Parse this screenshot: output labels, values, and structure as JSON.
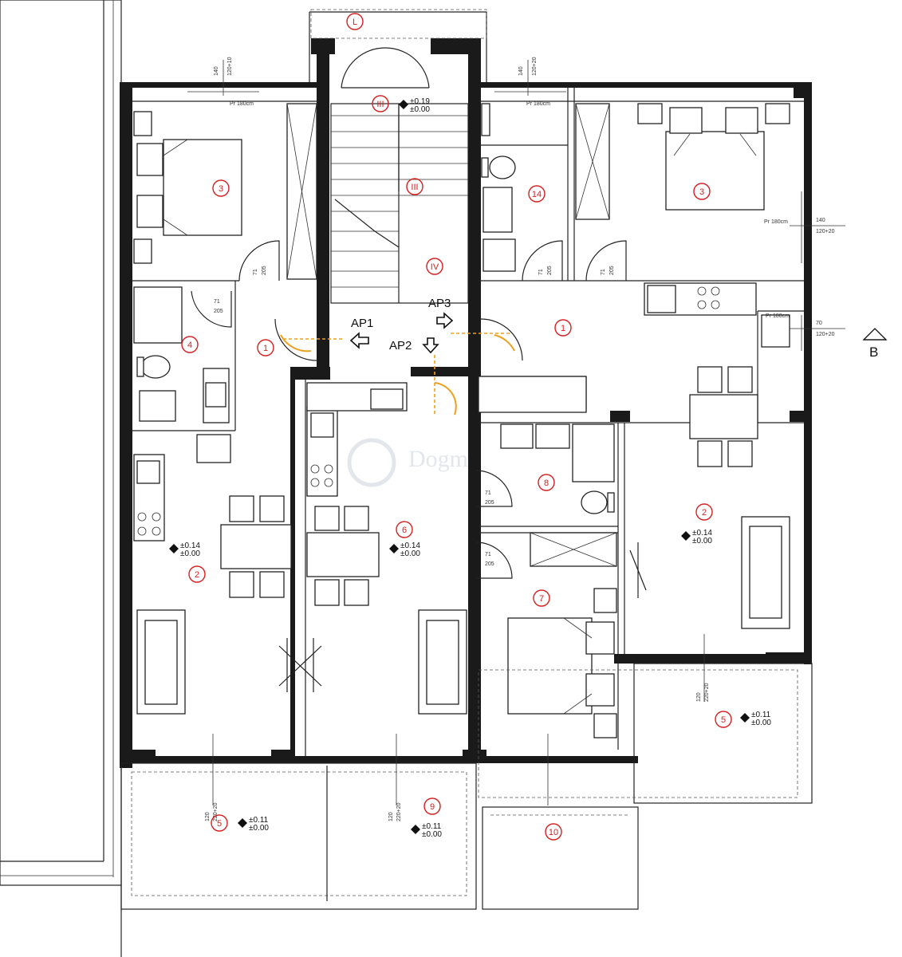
{
  "rooms": [
    {
      "id": "L",
      "label": "L"
    },
    {
      "id": "III_top",
      "label": "III"
    },
    {
      "id": "III_mid",
      "label": "III"
    },
    {
      "id": "IV",
      "label": "IV"
    },
    {
      "id": "r3_left",
      "label": "3"
    },
    {
      "id": "r3_right",
      "label": "3"
    },
    {
      "id": "r14",
      "label": "14"
    },
    {
      "id": "r4",
      "label": "4"
    },
    {
      "id": "r1_left",
      "label": "1"
    },
    {
      "id": "r1_right",
      "label": "1"
    },
    {
      "id": "r2_left",
      "label": "2"
    },
    {
      "id": "r2_right",
      "label": "2"
    },
    {
      "id": "r6",
      "label": "6"
    },
    {
      "id": "r8",
      "label": "8"
    },
    {
      "id": "r7",
      "label": "7"
    },
    {
      "id": "r5_left",
      "label": "5"
    },
    {
      "id": "r5_right",
      "label": "5"
    },
    {
      "id": "r9",
      "label": "9"
    },
    {
      "id": "r10",
      "label": "10"
    }
  ],
  "access_points": [
    {
      "id": "AP1",
      "label": "AP1"
    },
    {
      "id": "AP2",
      "label": "AP2"
    },
    {
      "id": "AP3",
      "label": "AP3"
    }
  ],
  "levels": [
    {
      "id": "lvl_III",
      "top": "±0.19",
      "bot": "±0.00"
    },
    {
      "id": "lvl_2L",
      "top": "±0.14",
      "bot": "±0.00"
    },
    {
      "id": "lvl_6",
      "top": "±0.14",
      "bot": "±0.00"
    },
    {
      "id": "lvl_2R",
      "top": "±0.14",
      "bot": "±0.00"
    },
    {
      "id": "lvl_5L",
      "top": "±0.11",
      "bot": "±0.00"
    },
    {
      "id": "lvl_9",
      "top": "±0.11",
      "bot": "±0.00"
    },
    {
      "id": "lvl_5R",
      "top": "±0.11",
      "bot": "±0.00"
    }
  ],
  "section_marker": "B",
  "dims": {
    "w_top_left": "140",
    "w_top_left2": "120+10",
    "w_top_right": "140",
    "w_top_right2": "120+20",
    "w_right1": "140",
    "w_right1b": "120+20",
    "w_right2": "70",
    "w_right2b": "120+20",
    "door_71": "71",
    "door_205": "205",
    "w_bottom": "120",
    "w_bottom2": "220+20",
    "pr": "Pr 180cm"
  },
  "watermark": "Dogma",
  "colors": {
    "tag": "#d61f1f",
    "wall": "#1a1a1a",
    "ap": "#f0a020"
  }
}
